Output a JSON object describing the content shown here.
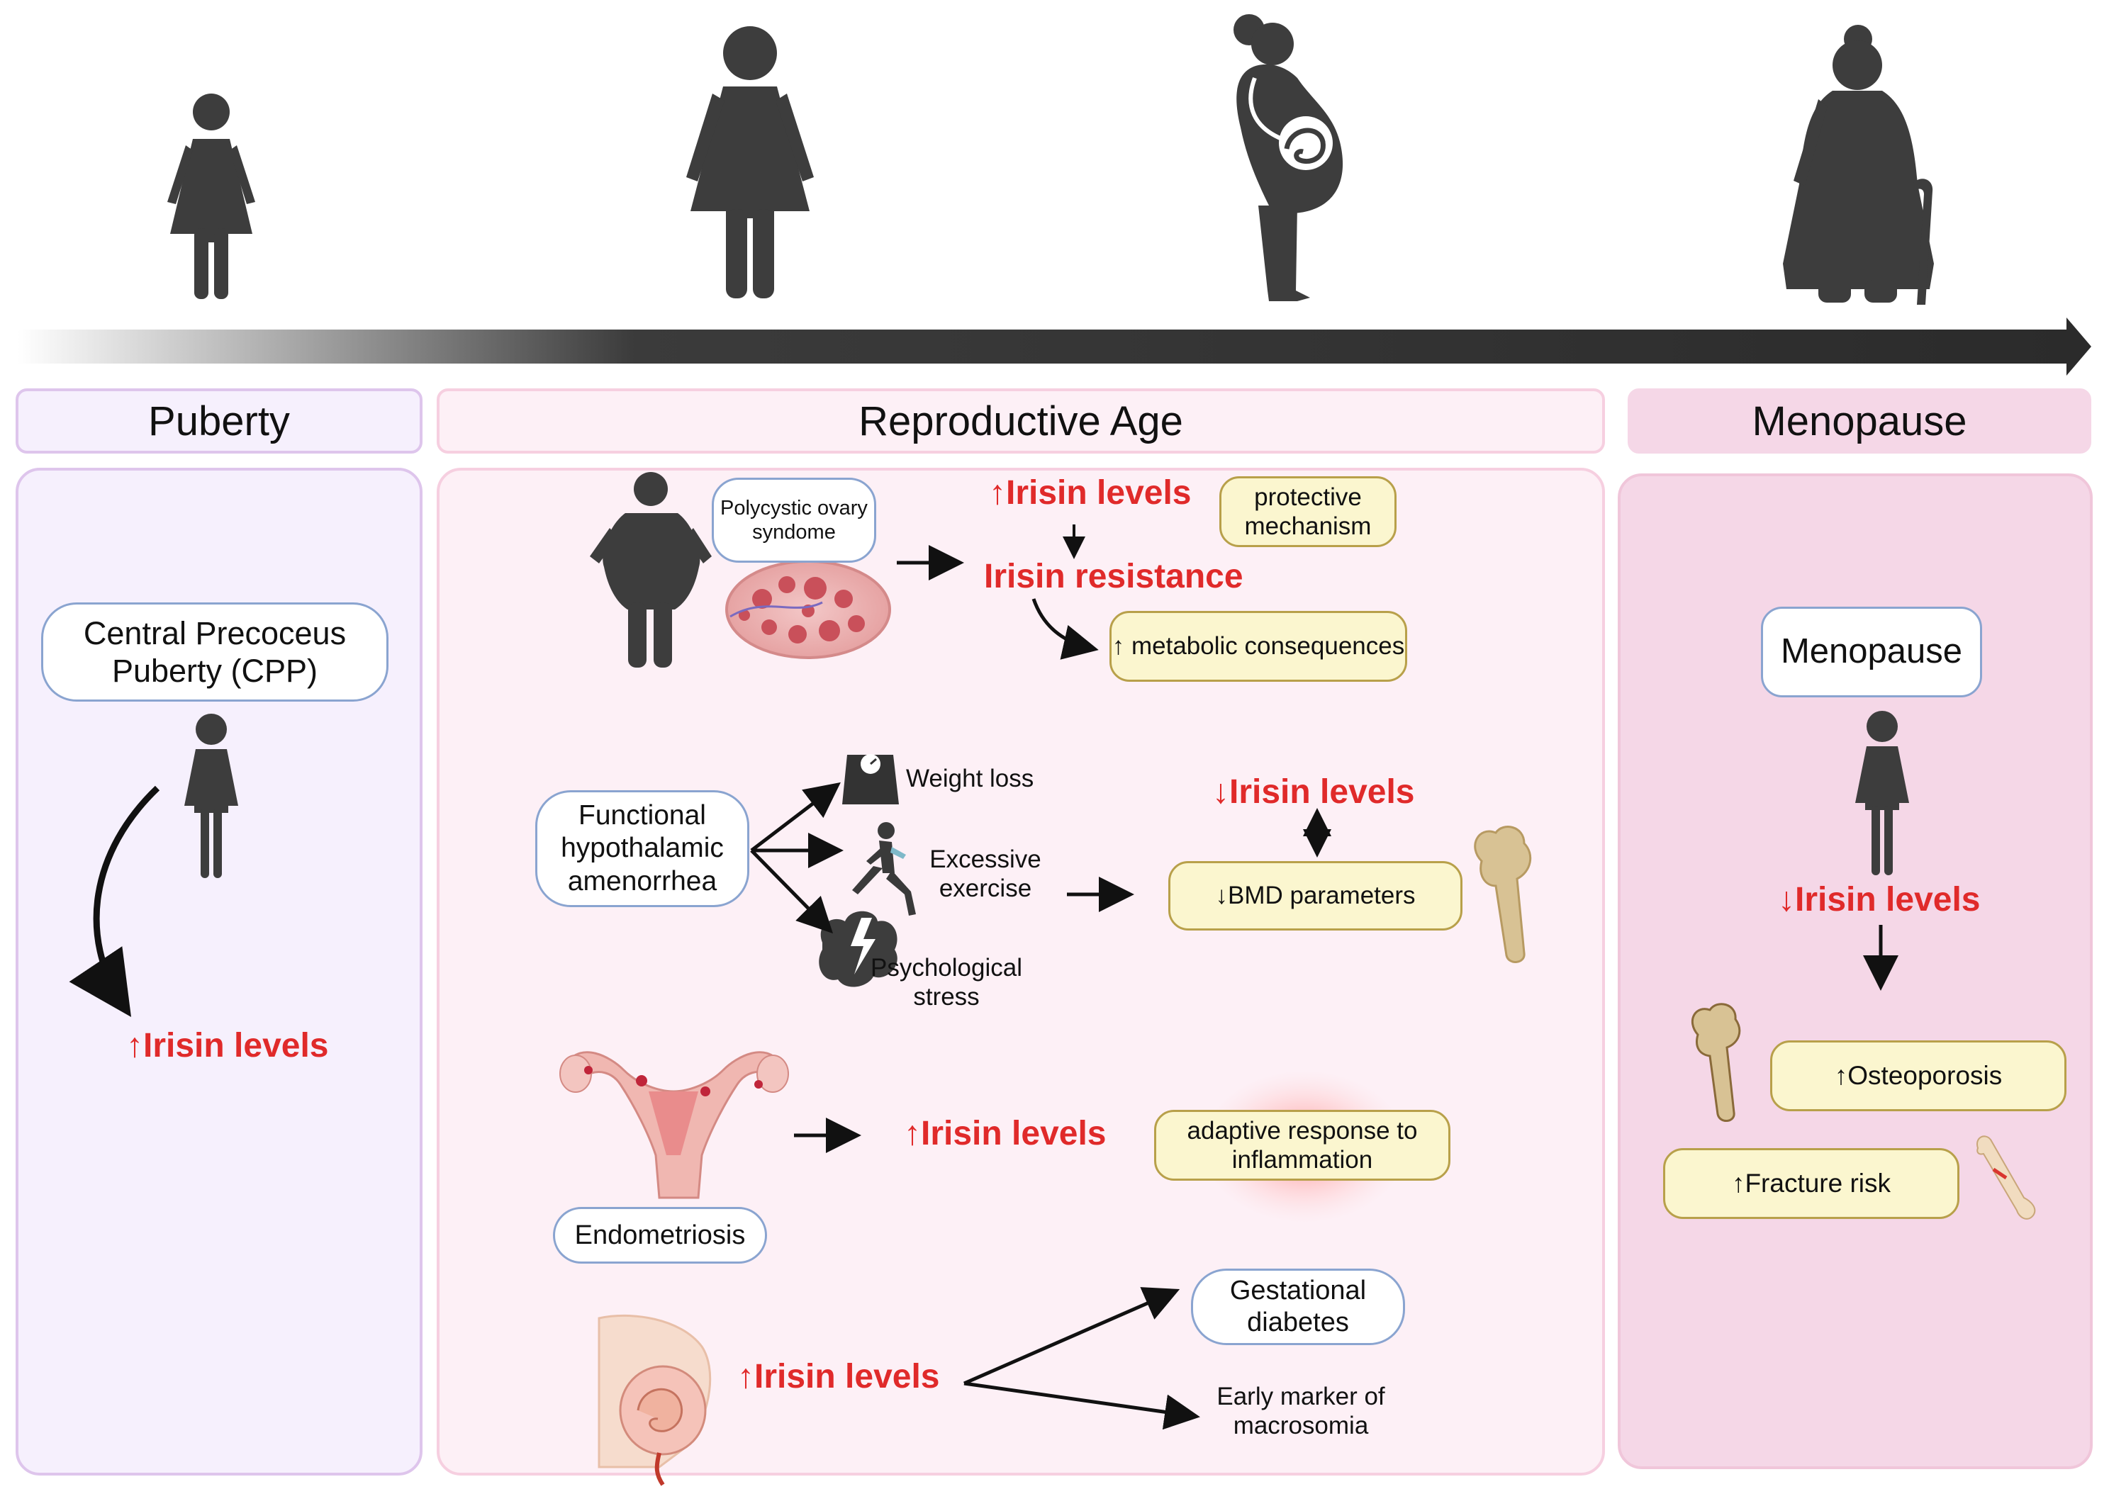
{
  "stages": {
    "puberty": "Puberty",
    "reproductive": "Reproductive Age",
    "menopause": "Menopause"
  },
  "puberty": {
    "cpp_label": "Central Precoceus Puberty (CPP)",
    "irisin": "↑Irisin levels"
  },
  "pcos": {
    "label": "Polycystic ovary syndome",
    "irisin_up": "↑Irisin levels",
    "resistance": "Irisin resistance",
    "protective": "protective mechanism",
    "metabolic": "↑ metabolic consequences"
  },
  "fha": {
    "label": "Functional hypothalamic amenorrhea",
    "weight_loss": "Weight loss",
    "exercise": "Excessive exercise",
    "stress": "Psychological stress",
    "irisin_down": "↓Irisin levels",
    "bmd": "↓BMD parameters"
  },
  "endo": {
    "label": "Endometriosis",
    "irisin_up": "↑Irisin levels",
    "response": "adaptive response to inflammation"
  },
  "pregnancy": {
    "irisin_up": "↑Irisin levels",
    "gdm": "Gestational diabetes",
    "macrosomia": "Early marker of macrosomia"
  },
  "menopause": {
    "label": "Menopause",
    "irisin_down": "↓Irisin levels",
    "osteoporosis": "↑Osteoporosis",
    "fracture": "↑Fracture risk"
  },
  "colors": {
    "red_text": "#e02a2a",
    "silhouette": "#3d3d3d",
    "puberty_panel": "#f6f0fd",
    "reproductive_panel": "#fdf0f6",
    "menopause_panel": "#f5d7e7",
    "yellow_box": "#fbf6cf"
  }
}
